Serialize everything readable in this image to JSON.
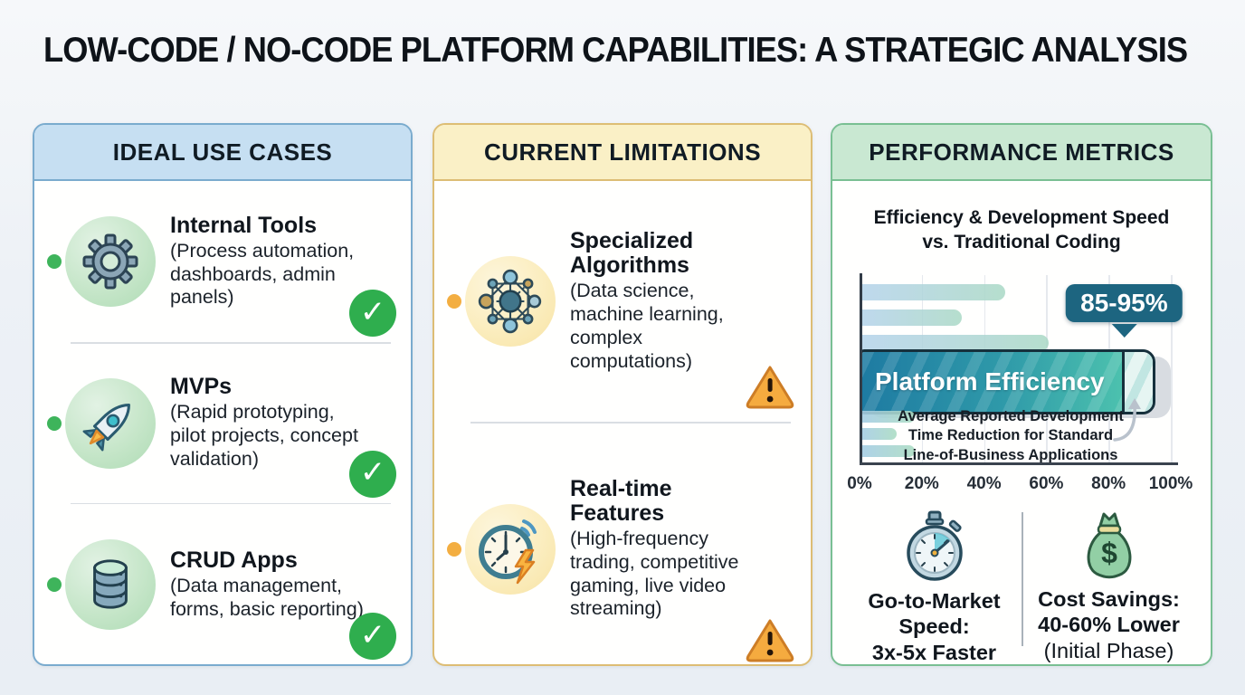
{
  "page": {
    "title": "LOW-CODE / NO-CODE PLATFORM CAPABILITIES: A STRATEGIC ANALYSIS"
  },
  "columns": {
    "use_cases": {
      "header": "IDEAL USE CASES",
      "theme": {
        "border": "#7aabce",
        "header_bg": "#c6dff2"
      },
      "items": [
        {
          "icon": "gear-icon",
          "title": "Internal Tools",
          "desc": "(Process automation, dashboards, admin panels)",
          "status": "check"
        },
        {
          "icon": "rocket-icon",
          "title": "MVPs",
          "desc": "(Rapid prototyping, pilot projects, concept validation)",
          "status": "check"
        },
        {
          "icon": "database-icon",
          "title": "CRUD Apps",
          "desc": "(Data management, forms, basic reporting)",
          "status": "check"
        }
      ]
    },
    "limitations": {
      "header": "CURRENT LIMITATIONS",
      "theme": {
        "border": "#ddbd74",
        "header_bg": "#faf0c6"
      },
      "items": [
        {
          "icon": "network-icon",
          "title": "Specialized Algorithms",
          "desc": "(Data science, machine learning, complex computations)",
          "status": "warning"
        },
        {
          "icon": "clock-icon",
          "title": "Real-time Features",
          "desc": "(High-frequency trading, competitive gaming, live video streaming)",
          "status": "warning"
        }
      ]
    },
    "metrics": {
      "header": "PERFORMANCE METRICS",
      "theme": {
        "border": "#79bf93",
        "header_bg": "#c9e8d2"
      }
    }
  },
  "chart_data": {
    "type": "bar",
    "orientation": "horizontal",
    "title_line1": "Efficiency & Development Speed",
    "title_line2": "vs. Traditional Coding",
    "xlim": [
      0,
      100
    ],
    "x_ticks": [
      "0%",
      "20%",
      "40%",
      "60%",
      "80%",
      "100%"
    ],
    "grid": "vertical, every 20%",
    "main_bar": {
      "label": "Platform Efficiency",
      "low": 85,
      "high": 95,
      "callout_label": "85-95%"
    },
    "background_bars_above": [
      46,
      32,
      60
    ],
    "background_bars_below": [
      17,
      11,
      17
    ],
    "annotation_line1": "Average Reported Development",
    "annotation_line2": "Time Reduction for Standard",
    "annotation_line3": "Line-of-Business Applications",
    "accent_colors": {
      "bar_teal_dark": "#1e7ba2",
      "bar_teal_light": "#4cc1ae",
      "callout_bg": "#1d6580"
    }
  },
  "metrics_footer": {
    "speed": {
      "icon": "stopwatch-icon",
      "line1": "Go-to-Market",
      "line2": "Speed:",
      "line3": "3x-5x Faster"
    },
    "cost": {
      "icon": "money-bag-icon",
      "line1": "Cost Savings:",
      "line2": "40-60% Lower",
      "line3": "(Initial Phase)"
    }
  },
  "status_colors": {
    "check_green": "#2fae4e",
    "warning_orange": "#f5ab3f",
    "bullet_green": "#3eb45b",
    "bullet_orange": "#f3ae41"
  }
}
